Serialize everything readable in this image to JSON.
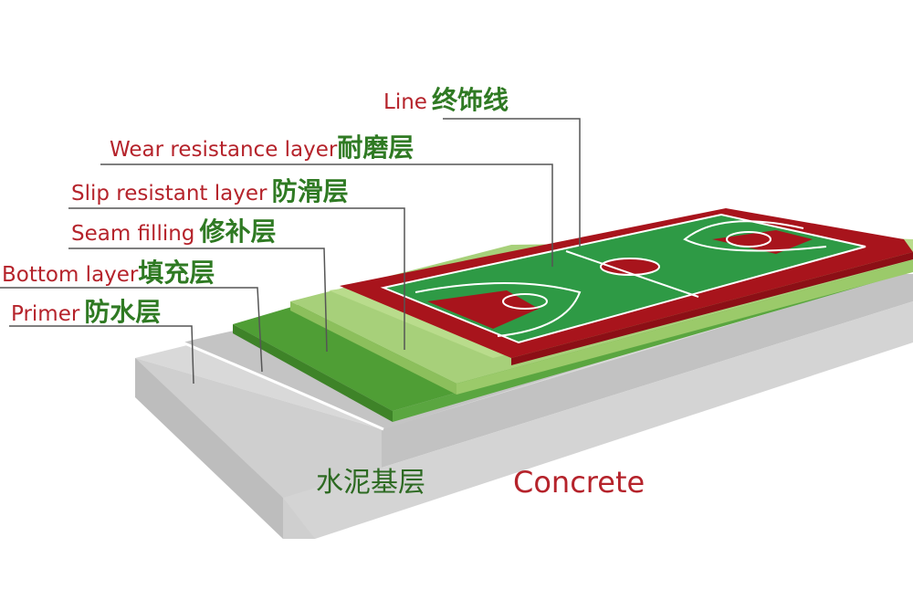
{
  "colors": {
    "label_en": "#b5232b",
    "label_cn": "#2f7a23",
    "concrete": "#d6d6d6",
    "primer": "#c9c9c9",
    "bottom_layer": "#4f9e35",
    "seam_filling": "#a7d07a",
    "slip_layer": "#b9dc8c",
    "wear_border": "#a8141c",
    "court_green": "#2e9a45",
    "court_key": "#a8141c",
    "court_lines": "#ffffff"
  },
  "labels": [
    {
      "en": "Line",
      "cn": "终饰线"
    },
    {
      "en": "Wear resistance layer",
      "cn": "耐磨层"
    },
    {
      "en": "Slip resistant layer",
      "cn": "防滑层"
    },
    {
      "en": "Seam filling",
      "cn": "修补层"
    },
    {
      "en": "Bottom layer",
      "cn": "填充层"
    },
    {
      "en": "Primer",
      "cn": "防水层"
    }
  ],
  "base": {
    "cn": "水泥基层",
    "en": "Concrete"
  }
}
